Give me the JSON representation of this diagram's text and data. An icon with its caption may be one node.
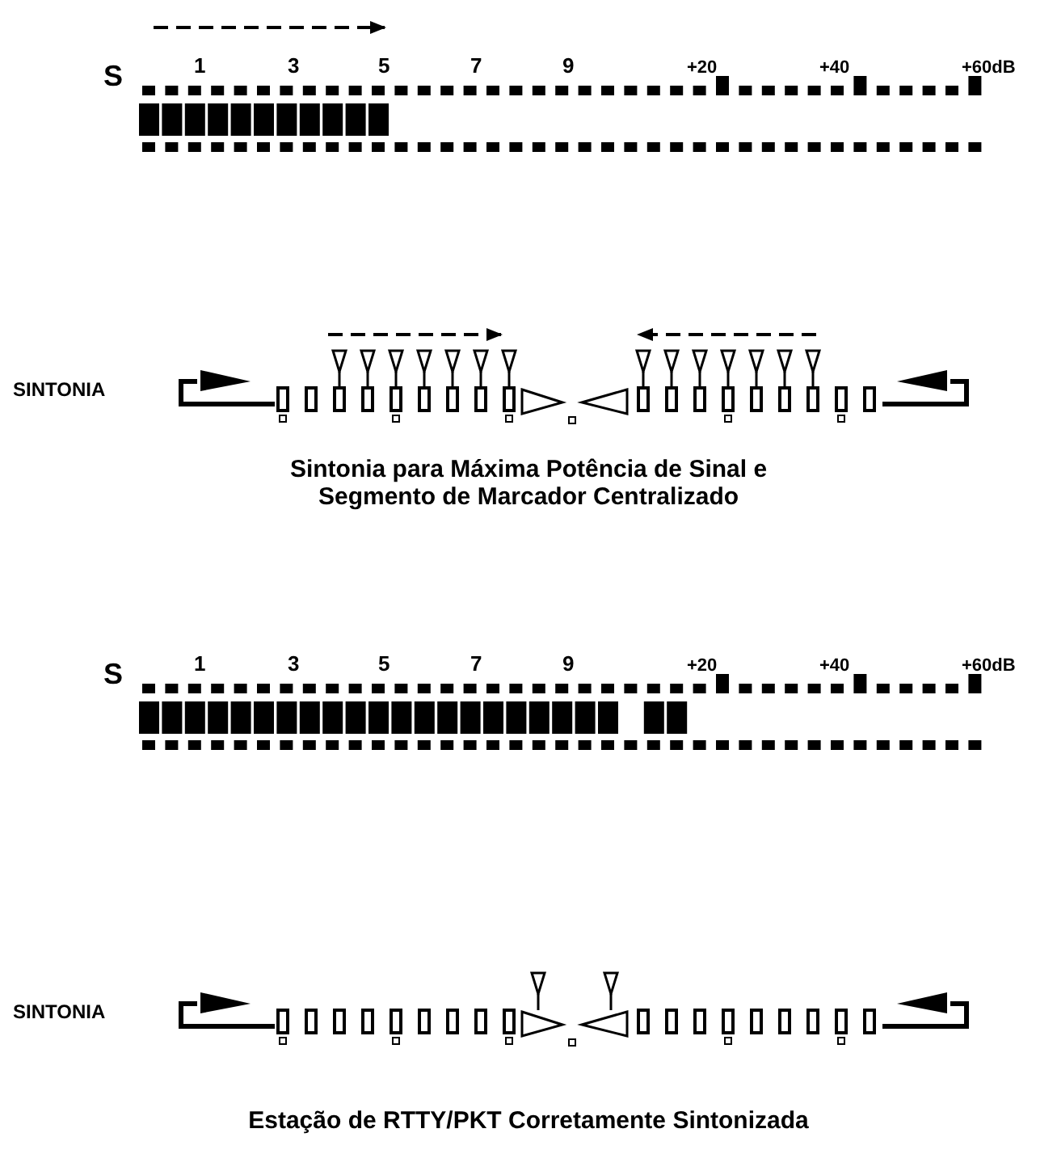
{
  "diagram": {
    "labels": [
      "S",
      "1",
      "3",
      "5",
      "7",
      "9",
      "+20",
      "+40",
      "+60dB",
      "SINTONIA",
      "Sintonia para Máxima Potência de Sinal e Segmento de Marcador Centralizado",
      "S",
      "1",
      "3",
      "5",
      "7",
      "9",
      "+20",
      "+40",
      "+60dB",
      "SINTONIA",
      "Estação de RTTY/PKT Corretamente Sintonizada"
    ]
  }
}
